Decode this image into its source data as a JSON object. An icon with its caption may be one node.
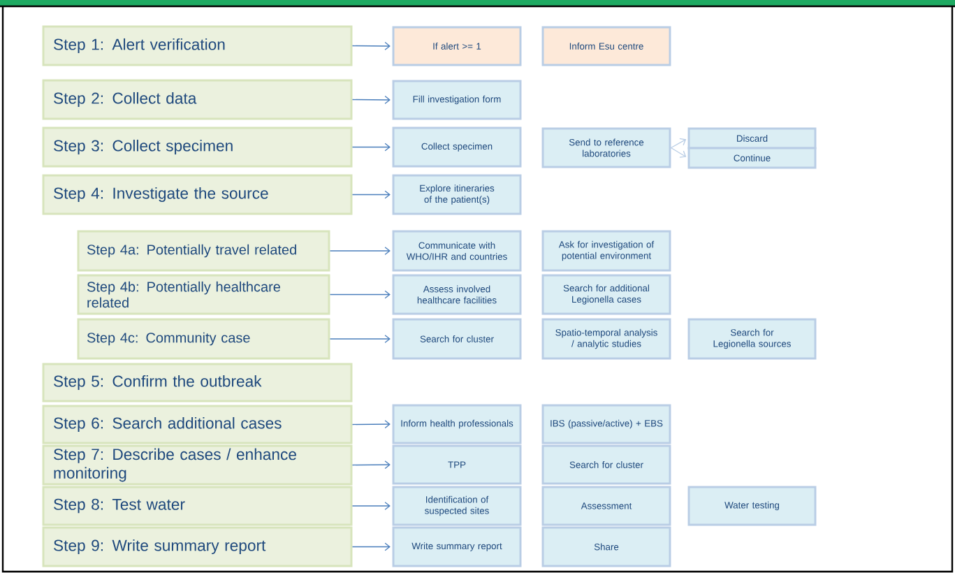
{
  "diagram": {
    "nodes": [
      {
        "text": [
          "Step 1: Alert verification"
        ]
      },
      {
        "text": [
          "If alert >= 1"
        ]
      },
      {
        "text": [
          "Inform Esu centre"
        ]
      },
      {
        "text": [
          "Step 2: Collect data"
        ]
      },
      {
        "text": [
          "Fill investigation form"
        ]
      },
      {
        "text": [
          "Step 3: Collect specimen"
        ]
      },
      {
        "text": [
          "Collect specimen"
        ]
      },
      {
        "text": [
          "Send to reference laboratories"
        ]
      },
      {
        "text": [
          "Discard"
        ]
      },
      {
        "text": [
          "Continue"
        ]
      },
      {
        "text": [
          "Step 4: Investigate the source"
        ]
      },
      {
        "text": [
          "Explore itineraries of the patient(s)"
        ]
      },
      {
        "text": [
          "Step 4a: Potentially travel related"
        ]
      },
      {
        "text": [
          "Communicate with WHO/IHR and countries"
        ]
      },
      {
        "text": [
          "Ask for investigation of potential environment"
        ]
      },
      {
        "text": [
          "Step 4b: Potentially healthcare related"
        ]
      },
      {
        "text": [
          "Assess involved healthcare facilities"
        ]
      },
      {
        "text": [
          "Search for additional Legionella cases"
        ]
      },
      {
        "text": [
          "Step 4c: Community case"
        ]
      },
      {
        "text": [
          "Search for cluster"
        ]
      },
      {
        "text": [
          "Spatio-temporal analysis / analytic studies"
        ]
      },
      {
        "text": [
          "Search for Legionella sources"
        ]
      },
      {
        "text": [
          "Step 5: Confirm the outbreak"
        ]
      },
      {
        "text": [
          "Step 6: Search additional cases"
        ]
      },
      {
        "text": [
          "Inform health professionals"
        ]
      },
      {
        "text": [
          "IBS (passive/active) + EBS"
        ]
      },
      {
        "text": [
          "Step 7: Describe cases / enhance monitoring"
        ]
      },
      {
        "text": [
          "TPP"
        ]
      },
      {
        "text": [
          "Search for cluster"
        ]
      },
      {
        "text": [
          "Step 8: Test water"
        ]
      },
      {
        "text": [
          "Identification of suspected sites"
        ]
      },
      {
        "text": [
          "Assessment"
        ]
      },
      {
        "text": [
          "Water testing"
        ]
      },
      {
        "text": [
          "Step 9: Write summary report"
        ]
      },
      {
        "text": [
          "Write summary report"
        ]
      },
      {
        "text": [
          "Share"
        ]
      }
    ],
    "edges": [
      {
        "from": 0,
        "to": 1,
        "arrow": "to"
      },
      {
        "from": 3,
        "to": 4,
        "arrow": "to"
      },
      {
        "from": 5,
        "to": 6,
        "arrow": "to"
      },
      {
        "from": 7,
        "to": 8,
        "arrow": "to",
        "color": "#b9cde5"
      },
      {
        "from": 7,
        "to": 9,
        "arrow": "to",
        "color": "#b9cde5"
      },
      {
        "from": 10,
        "to": 11,
        "arrow": "to"
      },
      {
        "from": 12,
        "to": 13,
        "arrow": "to"
      },
      {
        "from": 15,
        "to": 16,
        "arrow": "to"
      },
      {
        "from": 18,
        "to": 19,
        "arrow": "to"
      },
      {
        "from": 23,
        "to": 24,
        "arrow": "to"
      },
      {
        "from": 26,
        "to": 27,
        "arrow": "to"
      },
      {
        "from": 29,
        "to": 30,
        "arrow": "to"
      },
      {
        "from": 33,
        "to": 34,
        "arrow": "to"
      }
    ]
  }
}
